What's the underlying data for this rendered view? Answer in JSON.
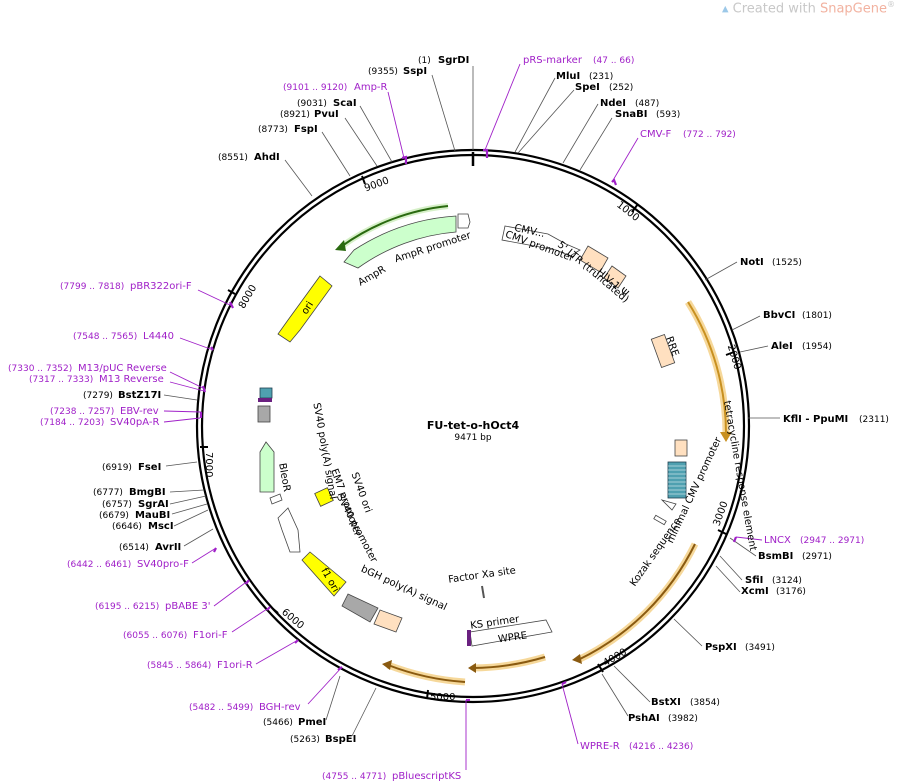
{
  "watermark": {
    "prefix": "Created with ",
    "brand": "SnapGene",
    "reg": "®"
  },
  "plasmid": {
    "name": "FU-tet-o-hOct4",
    "length_label": "9471 bp"
  },
  "ticks": [
    {
      "label": "1000"
    },
    {
      "label": "2000"
    },
    {
      "label": "3000"
    },
    {
      "label": "4000"
    },
    {
      "label": "5000"
    },
    {
      "label": "6000"
    },
    {
      "label": "7000"
    },
    {
      "label": "8000"
    },
    {
      "label": "9000"
    }
  ],
  "enzymes": [
    {
      "name": "SgrDI",
      "pos": "(1)"
    },
    {
      "name": "SspI",
      "pos": "(9355)"
    },
    {
      "name": "ScaI",
      "pos": "(9031)"
    },
    {
      "name": "PvuI",
      "pos": "(8921)"
    },
    {
      "name": "FspI",
      "pos": "(8773)"
    },
    {
      "name": "AhdI",
      "pos": "(8551)"
    },
    {
      "name": "MluI",
      "pos": "(231)"
    },
    {
      "name": "SpeI",
      "pos": "(252)"
    },
    {
      "name": "NdeI",
      "pos": "(487)"
    },
    {
      "name": "SnaBI",
      "pos": "(593)"
    },
    {
      "name": "NotI",
      "pos": "(1525)"
    },
    {
      "name": "BbvCI",
      "pos": "(1801)"
    },
    {
      "name": "AleI",
      "pos": "(1954)"
    },
    {
      "name": "KflI  - PpuMI",
      "pos": "(2311)"
    },
    {
      "name": "BsmBI",
      "pos": "(2971)"
    },
    {
      "name": "SfiI",
      "pos": "(3124)"
    },
    {
      "name": "XcmI",
      "pos": "(3176)"
    },
    {
      "name": "PspXI",
      "pos": "(3491)"
    },
    {
      "name": "BstXI",
      "pos": "(3854)"
    },
    {
      "name": "PshAI",
      "pos": "(3982)"
    },
    {
      "name": "PmeI",
      "pos": "(5466)"
    },
    {
      "name": "BspEI",
      "pos": "(5263)"
    },
    {
      "name": "BstZ17I",
      "pos": "(7279)"
    },
    {
      "name": "FseI",
      "pos": "(6919)"
    },
    {
      "name": "BmgBI",
      "pos": "(6777)"
    },
    {
      "name": "SgrAI",
      "pos": "(6757)"
    },
    {
      "name": "MauBI",
      "pos": "(6679)"
    },
    {
      "name": "MscI",
      "pos": "(6646)"
    },
    {
      "name": "AvrII",
      "pos": "(6514)"
    }
  ],
  "primers": [
    {
      "name": "pRS-marker",
      "range": "(47 .. 66)"
    },
    {
      "name": "Amp-R",
      "range": "(9101 .. 9120)"
    },
    {
      "name": "CMV-F",
      "range": "(772 .. 792)"
    },
    {
      "name": "pBR322ori-F",
      "range": "(7799 .. 7818)"
    },
    {
      "name": "L4440",
      "range": "(7548 .. 7565)"
    },
    {
      "name": "M13/pUC Reverse",
      "range": "(7330 .. 7352)"
    },
    {
      "name": "M13 Reverse",
      "range": "(7317 .. 7333)"
    },
    {
      "name": "EBV-rev",
      "range": "(7238 .. 7257)"
    },
    {
      "name": "SV40pA-R",
      "range": "(7184 .. 7203)"
    },
    {
      "name": "SV40pro-F",
      "range": "(6442 .. 6461)"
    },
    {
      "name": "LNCX",
      "range": "(2947 .. 2971)"
    },
    {
      "name": "pBABE 3'",
      "range": "(6195 .. 6215)"
    },
    {
      "name": "F1ori-F",
      "range": "(6055 .. 6076)"
    },
    {
      "name": "F1ori-R",
      "range": "(5845 .. 5864)"
    },
    {
      "name": "BGH-rev",
      "range": "(5482 .. 5499)"
    },
    {
      "name": "WPRE-R",
      "range": "(4216 .. 4236)"
    },
    {
      "name": "pBluescriptKS",
      "range": "(4755 .. 4771)"
    }
  ],
  "features": {
    "cmv_short": "CMV...",
    "cmv_promoter": "CMV promoter",
    "ltr": "5' LTR (truncated)",
    "hiv": "HIV-1 Ψ",
    "rre": "RRE",
    "tre": "tetracycline response element",
    "min_cmv": "minimal CMV promoter",
    "kozak": "Kozak sequence",
    "factor_xa": "Factor Xa site",
    "ks_primer": "KS primer",
    "wpre": "WPRE",
    "bgh": "bGH poly(A) signal",
    "f1ori": "f1 ori",
    "sv40_promoter": "SV40 promoter",
    "em7": "EM7 promoter",
    "sv40_ori": "SV40 ori",
    "bleor": "BleoR",
    "sv40_polya": "SV40 poly(A) signal",
    "ori": "ori",
    "ampr": "AmpR",
    "ampr_promoter": "AmpR promoter"
  },
  "colors": {
    "backbone": "#000000",
    "primer": "#a020c8",
    "ori_yellow": "#ffff00",
    "ampr_green": "#ccffcc",
    "orf_orange": "#f0c060",
    "ltr_peach": "#ffe0c0",
    "tre_teal": "#4fa0b0"
  }
}
